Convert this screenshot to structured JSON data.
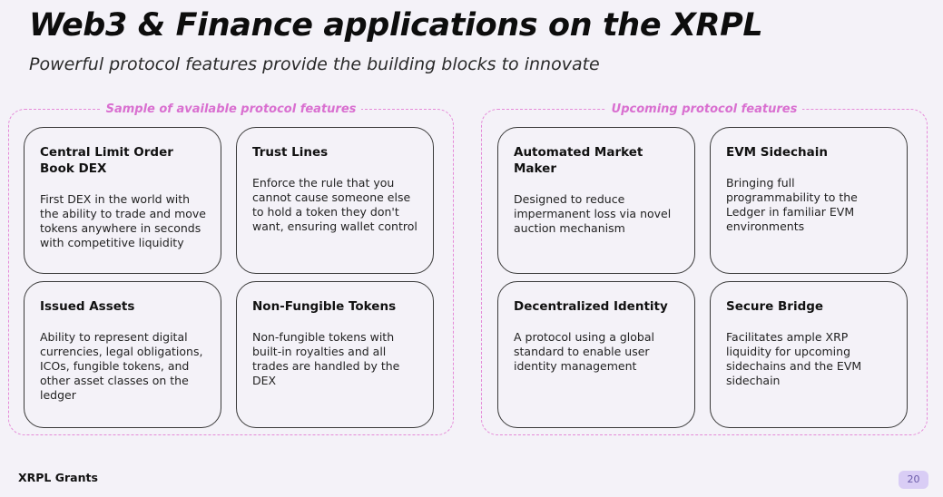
{
  "header": {
    "title": "Web3 & Finance applications on the XRPL",
    "subtitle": "Powerful protocol features provide the building blocks to innovate"
  },
  "sections": [
    {
      "label": "Sample of available protocol features",
      "cards": [
        {
          "title": "Central Limit Order Book DEX",
          "body": "First DEX in the world with the ability to trade and move tokens anywhere in seconds with competitive liquidity"
        },
        {
          "title": "Trust Lines",
          "body": "Enforce the rule that you cannot cause someone else to hold a token they don't want, ensuring wallet control"
        },
        {
          "title": "Issued Assets",
          "body": "Ability to represent digital currencies, legal obligations, ICOs, fungible tokens, and other asset classes on the ledger"
        },
        {
          "title": "Non-Fungible Tokens",
          "body": "Non-fungible tokens with built-in royalties and all trades are handled by the DEX"
        }
      ]
    },
    {
      "label": "Upcoming protocol features",
      "cards": [
        {
          "title": "Automated Market Maker",
          "body": "Designed to reduce impermanent loss via novel auction mechanism"
        },
        {
          "title": "EVM Sidechain",
          "body": "Bringing full programmability to the Ledger in familiar EVM environments"
        },
        {
          "title": "Decentralized Identity",
          "body": "A protocol using a global standard to enable user identity management"
        },
        {
          "title": "Secure Bridge",
          "body": "Facilitates ample XRP liquidity for upcoming sidechains and the EVM sidechain"
        }
      ]
    }
  ],
  "footer": {
    "brand": "XRPL Grants",
    "page_number": "20"
  },
  "colors": {
    "background": "#f4f2f8",
    "accent_pink": "#d96fd0",
    "dashed_border": "#e58ad8",
    "card_border": "#3a3a3a",
    "page_badge": "#d9cdf5"
  }
}
